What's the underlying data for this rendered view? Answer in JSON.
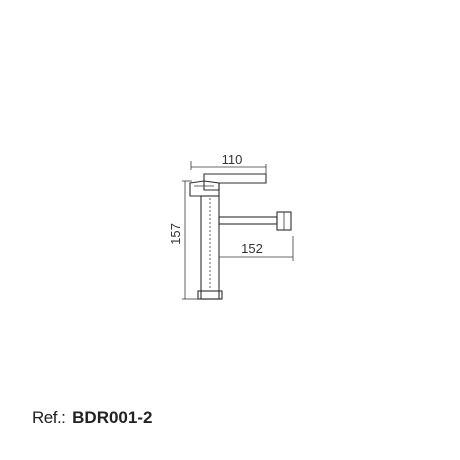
{
  "drawing": {
    "dimensions": {
      "width": "110",
      "height": "157",
      "spout_reach": "152"
    }
  },
  "reference": {
    "label": "Ref.:",
    "code": "BDR001-2"
  }
}
